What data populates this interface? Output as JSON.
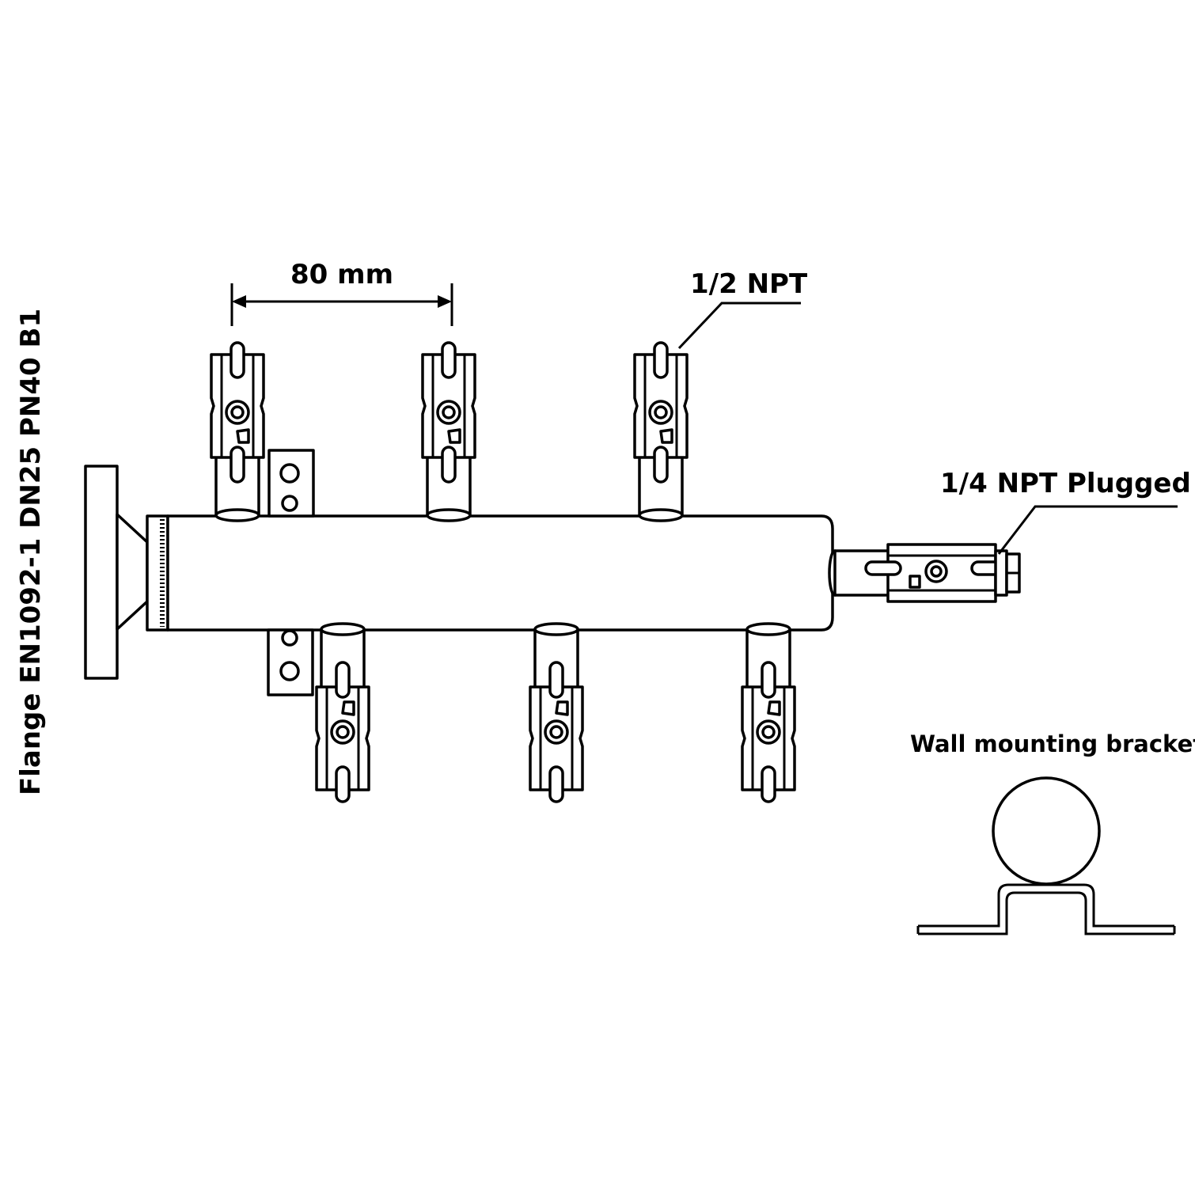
{
  "labels": {
    "dimension": "80 mm",
    "half_npt": "1/2 NPT",
    "quarter_npt": "1/4 NPT Plugged",
    "bracket": "Wall mounting bracket",
    "flange": "Flange EN1092-1 DN25 PN40 B1"
  }
}
